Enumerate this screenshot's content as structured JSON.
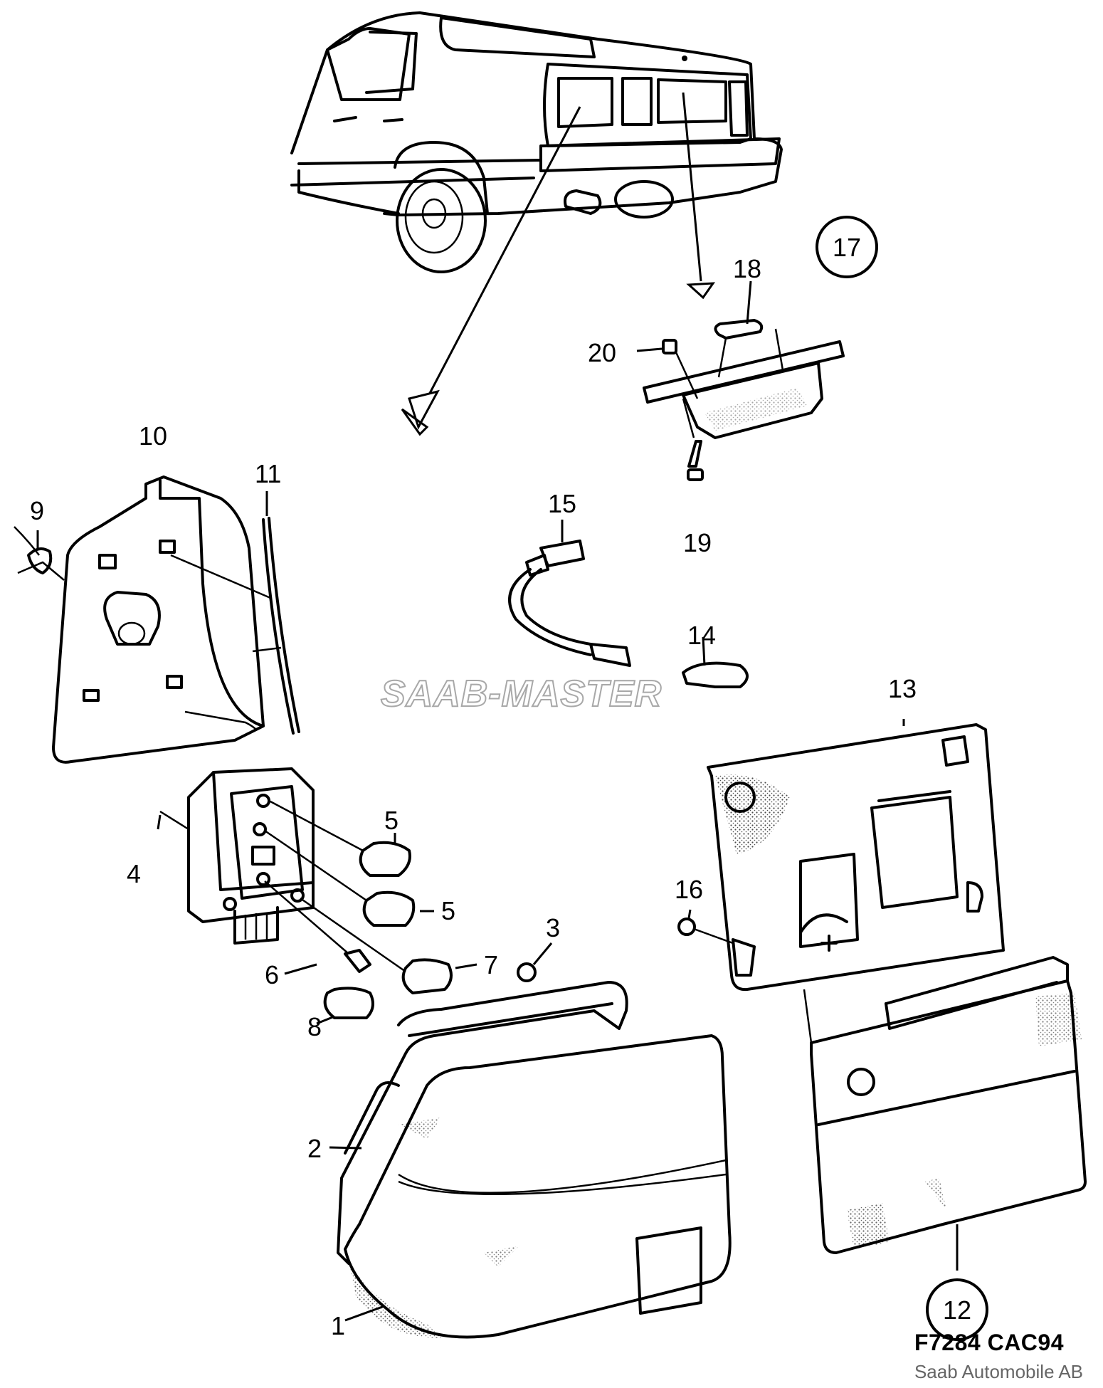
{
  "callouts": {
    "c1": "1",
    "c2": "2",
    "c3": "3",
    "c4": "4",
    "c5a": "5",
    "c5b": "5",
    "c6": "6",
    "c7": "7",
    "c8": "8",
    "c9": "9",
    "c10": "10",
    "c11": "11",
    "c12": "12",
    "c13": "13",
    "c14": "14",
    "c15": "15",
    "c16": "16",
    "c17": "17",
    "c18": "18",
    "c19": "19",
    "c20": "20"
  },
  "footer": {
    "reference": "F7284 CAC94",
    "copyright": "Saab Automobile AB"
  },
  "watermark": "SAAB-MASTER",
  "colors": {
    "ink": "#000000",
    "paper": "#ffffff",
    "watermark_outline": "#a8a8a8"
  }
}
